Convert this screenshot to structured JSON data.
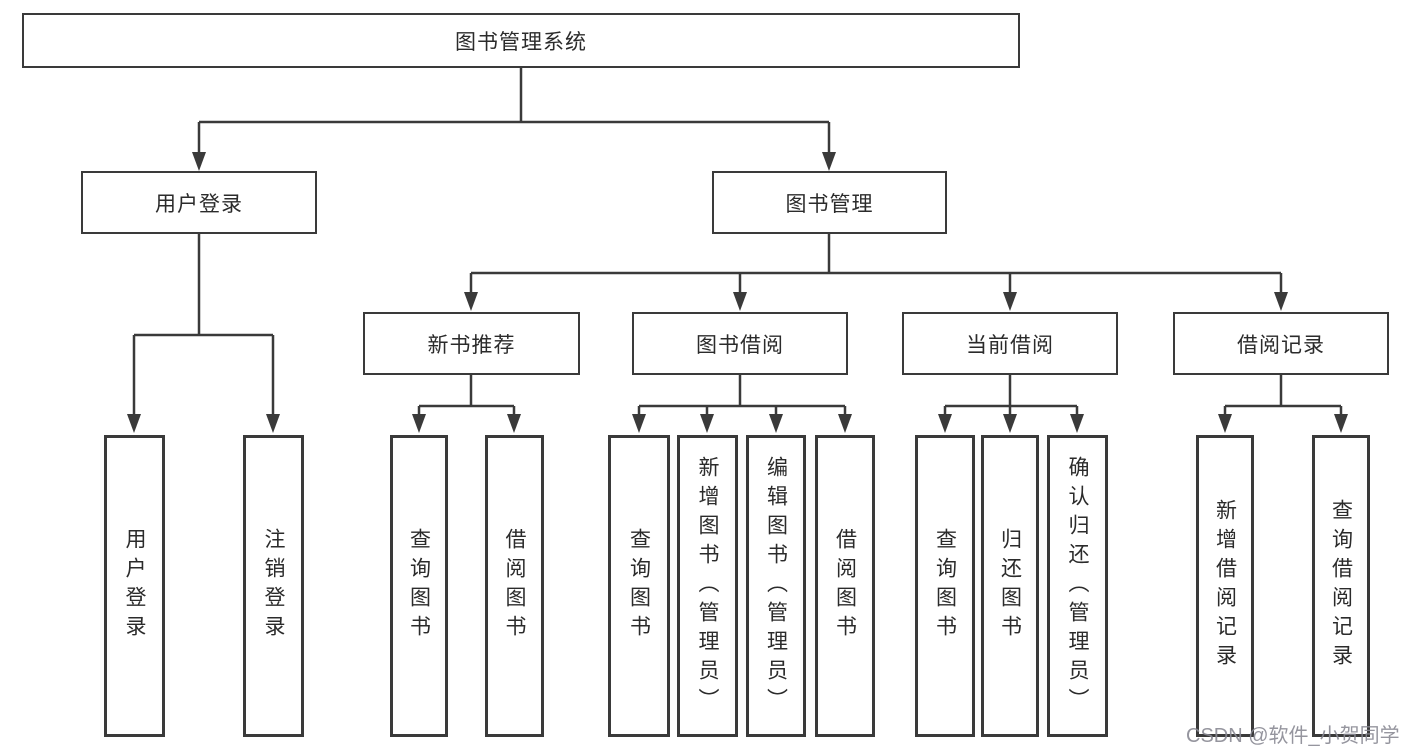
{
  "diagram": {
    "type": "hierarchy-tree",
    "tree": {
      "root": {
        "label": "图书管理系统"
      },
      "level2": [
        {
          "id": "user-login-branch",
          "label": "用户登录"
        },
        {
          "id": "book-management-branch",
          "label": "图书管理"
        }
      ],
      "level3": [
        {
          "id": "new-book-recommend",
          "label": "新书推荐",
          "parent": "图书管理"
        },
        {
          "id": "book-borrowing",
          "label": "图书借阅",
          "parent": "图书管理"
        },
        {
          "id": "current-borrowing",
          "label": "当前借阅",
          "parent": "图书管理"
        },
        {
          "id": "borrowing-records",
          "label": "借阅记录",
          "parent": "图书管理"
        }
      ],
      "leaves": [
        {
          "parent": "用户登录",
          "label": "用户登录"
        },
        {
          "parent": "用户登录",
          "label": "注销登录"
        },
        {
          "parent": "新书推荐",
          "label": "查询图书"
        },
        {
          "parent": "新书推荐",
          "label": "借阅图书"
        },
        {
          "parent": "图书借阅",
          "label": "查询图书"
        },
        {
          "parent": "图书借阅",
          "label": "新增图书（管理员）"
        },
        {
          "parent": "图书借阅",
          "label": "编辑图书（管理员）"
        },
        {
          "parent": "图书借阅",
          "label": "借阅图书"
        },
        {
          "parent": "当前借阅",
          "label": "查询图书"
        },
        {
          "parent": "当前借阅",
          "label": "归还图书"
        },
        {
          "parent": "当前借阅",
          "label": "确认归还（管理员）"
        },
        {
          "parent": "借阅记录",
          "label": "新增借阅记录"
        },
        {
          "parent": "借阅记录",
          "label": "查询借阅记录"
        }
      ]
    },
    "colors": {
      "line": "#3a3a3a",
      "text": "#2b2b2b",
      "background": "#ffffff",
      "watermark": "#8a8a94"
    },
    "watermark": {
      "text": "CSDN @软件_小贺同学"
    }
  }
}
